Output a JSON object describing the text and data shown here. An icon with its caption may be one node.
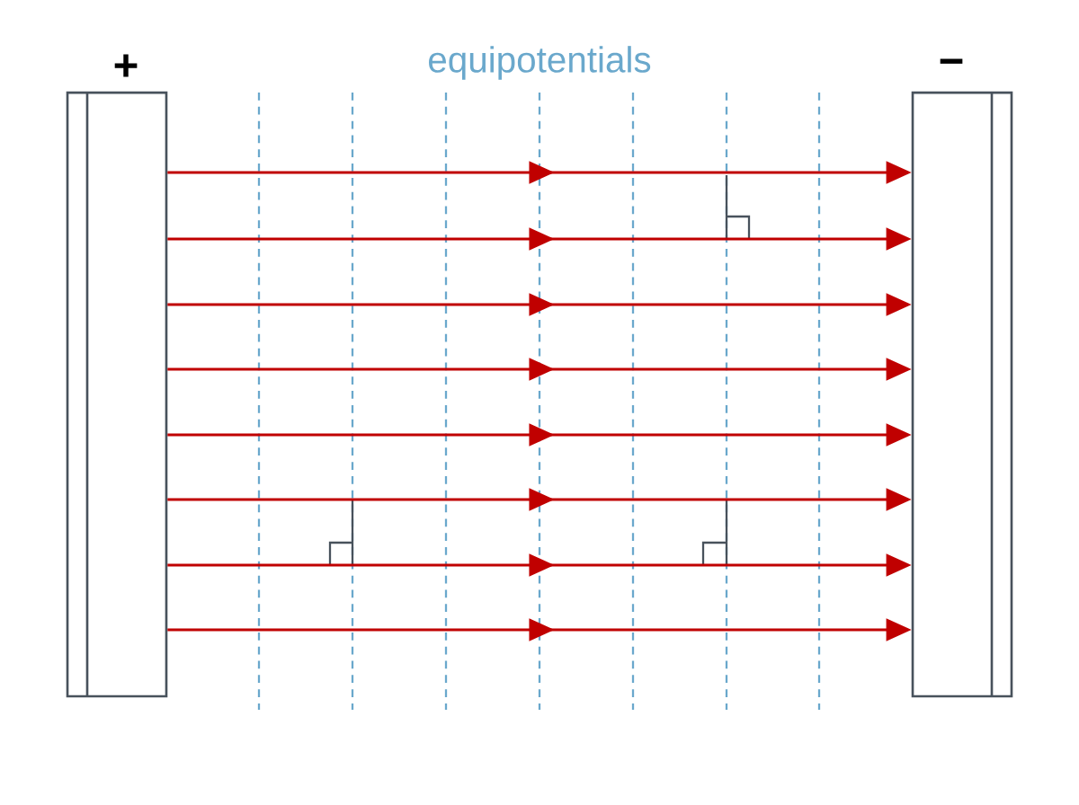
{
  "diagram": {
    "nodes": [
      {
        "text": [
          "+"
        ]
      },
      {
        "text": [
          "−"
        ]
      }
    ],
    "edges": [
      {
        "from": 0,
        "to": 1,
        "arrow": "to"
      },
      {
        "from": 0,
        "to": 1,
        "arrow": "to"
      },
      {
        "from": 0,
        "to": 1,
        "arrow": "to"
      },
      {
        "from": 0,
        "to": 1,
        "arrow": "to"
      },
      {
        "from": 0,
        "to": 1,
        "arrow": "to"
      },
      {
        "from": 0,
        "to": 1,
        "arrow": "to"
      },
      {
        "from": 0,
        "to": 1,
        "arrow": "to"
      },
      {
        "from": 0,
        "to": 1,
        "arrow": "to"
      }
    ],
    "labels": [
      "equipotentials"
    ]
  }
}
